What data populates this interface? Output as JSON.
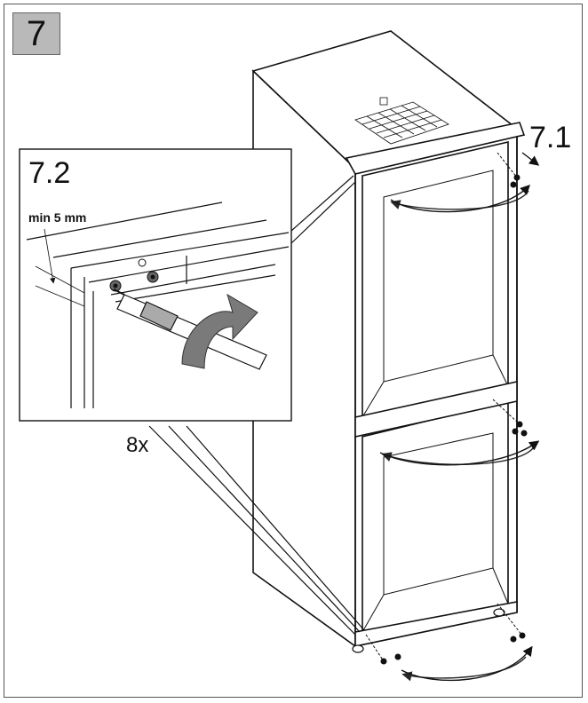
{
  "step_number": "7",
  "labels": {
    "step_7_1": "7.1",
    "step_7_2": "7.2",
    "gap_note": "min 5 mm",
    "screw_count": "8x"
  },
  "icons": [
    "rotation-arrow-icon",
    "screw-icon",
    "screwdriver-icon",
    "vent-grille-icon"
  ],
  "colors": {
    "line": "#111111",
    "badge_fill": "#b9b9b9",
    "arrow_fill": "#7a7a7a"
  }
}
